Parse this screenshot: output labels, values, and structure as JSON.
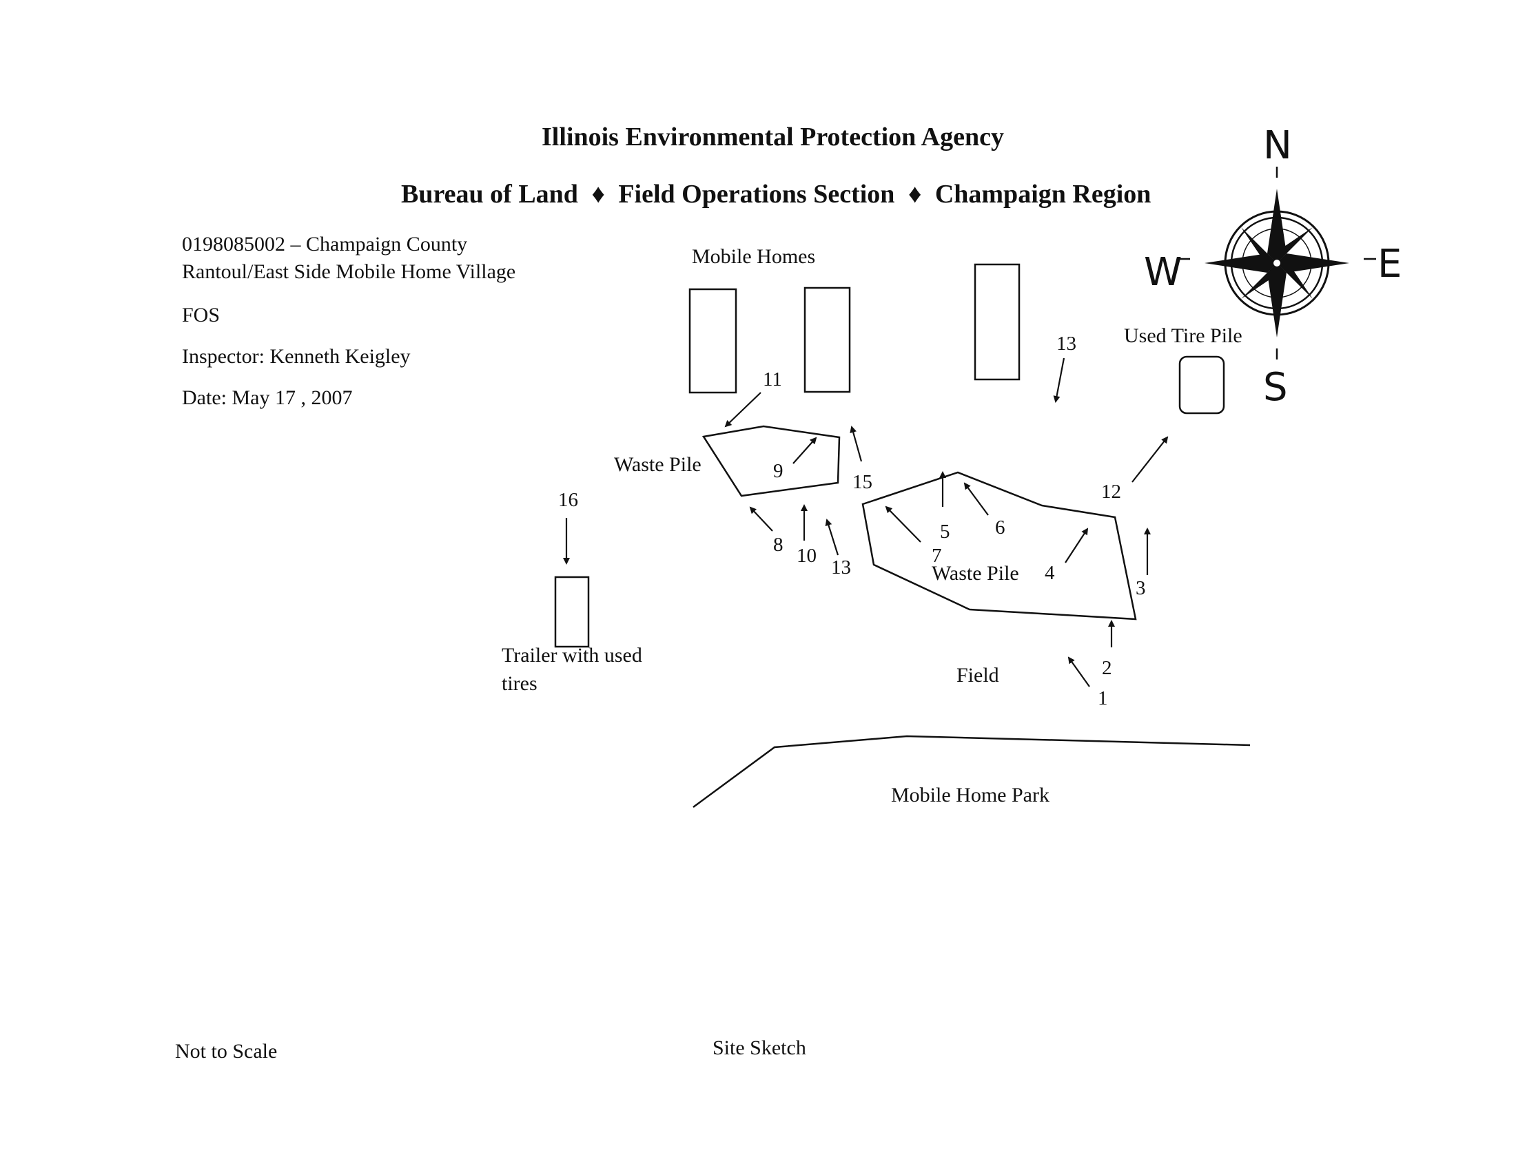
{
  "header": {
    "agency": "Illinois Environmental Protection Agency",
    "bureau": "Bureau of Land",
    "section": "Field Operations Section",
    "region": "Champaign Region",
    "separator": "♦"
  },
  "site_info": {
    "site_id_line": "0198085002 – Champaign County",
    "site_name": "Rantoul/East Side Mobile Home Village",
    "program": "FOS",
    "inspector": "Inspector: Kenneth Keigley",
    "date": "Date: May 17  , 2007"
  },
  "compass": {
    "n": "N",
    "e": "E",
    "s": "S",
    "w": "W"
  },
  "labels": {
    "mobile_homes": "Mobile Homes",
    "used_tire_pile": "Used Tire Pile",
    "waste_pile_west": "Waste Pile",
    "waste_pile_east": "Waste Pile",
    "trailer_line1": "Trailer with used",
    "trailer_line2": "tires",
    "field": "Field",
    "mobile_home_park": "Mobile Home Park"
  },
  "photo_numbers": [
    "1",
    "2",
    "3",
    "4",
    "5",
    "6",
    "7",
    "8",
    "9",
    "10",
    "11",
    "12",
    "13",
    "13",
    "15",
    "16"
  ],
  "footer": {
    "scale_note": "Not to Scale",
    "caption": "Site Sketch"
  }
}
